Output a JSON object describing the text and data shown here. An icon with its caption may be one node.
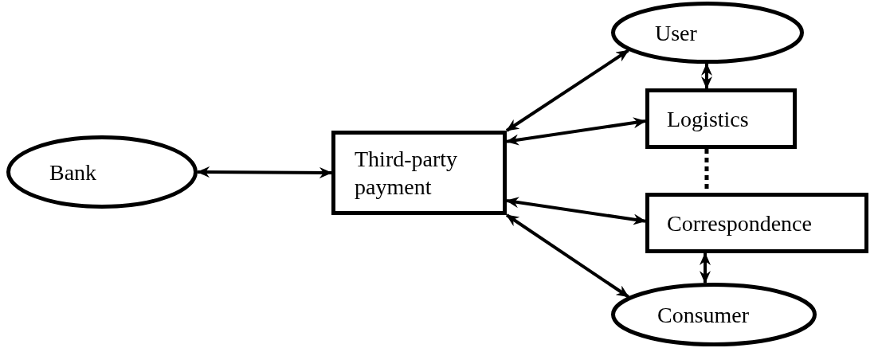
{
  "diagram": {
    "nodes": [
      {
        "text": [
          "Bank"
        ]
      },
      {
        "text": [
          "Third-party payment"
        ]
      },
      {
        "text": [
          "User"
        ]
      },
      {
        "text": [
          "Logistics"
        ]
      },
      {
        "text": [
          "Correspondence"
        ]
      },
      {
        "text": [
          "Consumer"
        ]
      }
    ],
    "edges": [
      {
        "from": 0,
        "to": 1,
        "arrow": "both"
      },
      {
        "from": 1,
        "to": 2,
        "arrow": "both"
      },
      {
        "from": 1,
        "to": 3,
        "arrow": "both"
      },
      {
        "from": 1,
        "to": 4,
        "arrow": "both"
      },
      {
        "from": 1,
        "to": 5,
        "arrow": "both"
      },
      {
        "from": 2,
        "to": 3,
        "arrow": "both"
      },
      {
        "from": 3,
        "to": 4,
        "arrow": "none",
        "style": "dashed"
      },
      {
        "from": 4,
        "to": 5,
        "arrow": "both"
      }
    ]
  }
}
